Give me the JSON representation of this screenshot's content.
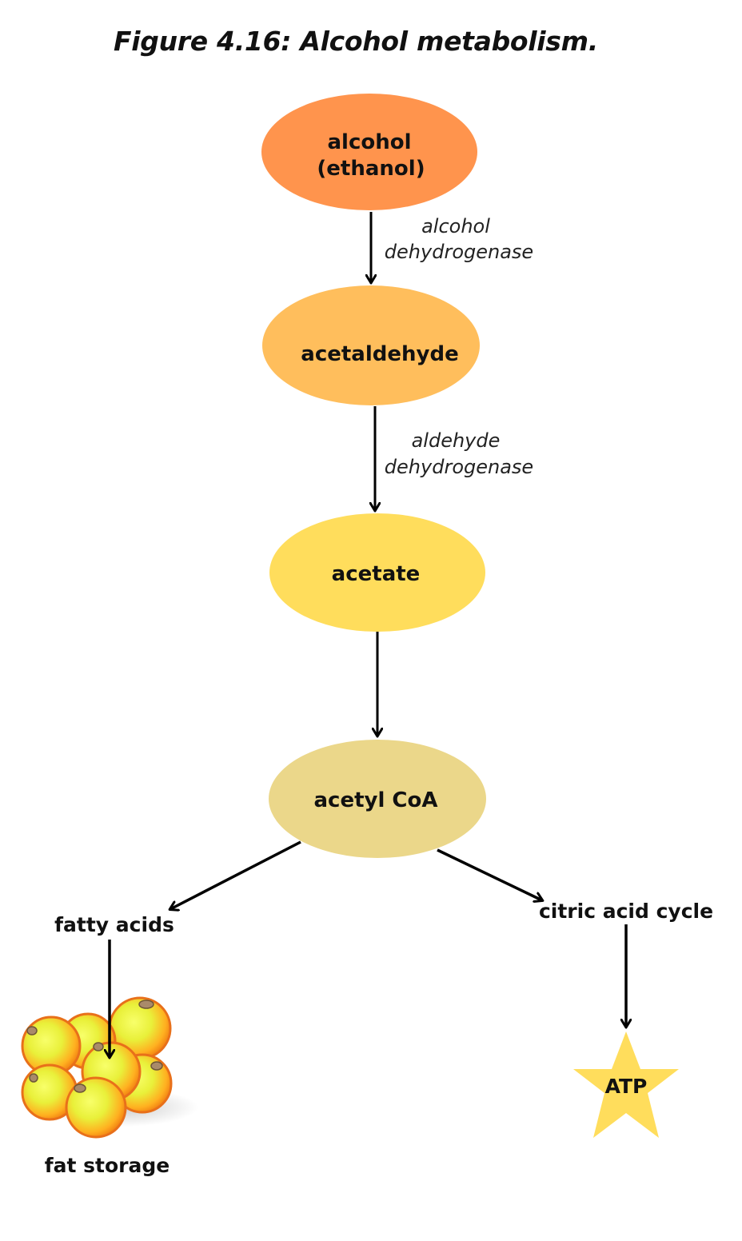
{
  "figure": {
    "title": "Figure 4.16: Alcohol metabolism."
  },
  "nodes": {
    "alcohol": {
      "line1": "alcohol",
      "line2": "(ethanol)",
      "color": "#FF944D"
    },
    "acetaldehyde": {
      "label": "acetaldehyde",
      "color": "#FFBE5C"
    },
    "acetate": {
      "label": "acetate",
      "color": "#FFDD5C"
    },
    "acetyl_coa": {
      "label": "acetyl CoA",
      "color": "#EBD78A"
    }
  },
  "enzymes": {
    "step1": {
      "line1": "alcohol",
      "line2": "dehydrogenase"
    },
    "step2": {
      "line1": "aldehyde",
      "line2": "dehydrogenase"
    }
  },
  "branches": {
    "left": "fatty acids",
    "right": "citric acid cycle",
    "fat_storage": "fat storage",
    "atp": "ATP",
    "atp_color": "#FFDD5C"
  },
  "icons": {
    "fat_cells": "fat-cells-cluster-icon",
    "atp_star": "star-icon"
  }
}
